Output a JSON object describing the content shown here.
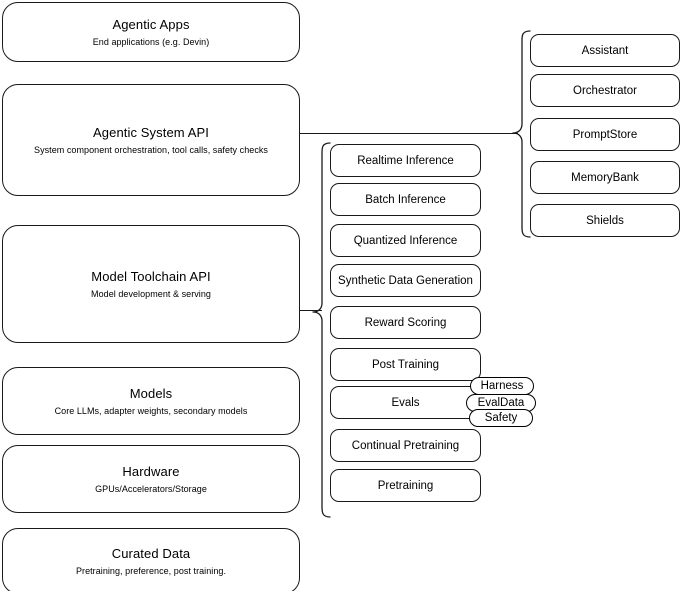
{
  "diagram": {
    "title": "Agentic AI stack layered architecture",
    "stroke_color": "#1a1a1a",
    "background_color": "#ffffff"
  },
  "left_stack": {
    "label": "platform-layers",
    "items": [
      {
        "name": "agentic-apps",
        "title": "Agentic Apps",
        "subtitle": "End applications (e.g. Devin)"
      },
      {
        "name": "agentic-system-api",
        "title": "Agentic System API",
        "subtitle": "System component orchestration, tool calls, safety checks"
      },
      {
        "name": "model-toolchain-api",
        "title": "Model Toolchain API",
        "subtitle": "Model development & serving"
      },
      {
        "name": "models",
        "title": "Models",
        "subtitle": "Core LLMs, adapter weights, secondary models"
      },
      {
        "name": "hardware",
        "title": "Hardware",
        "subtitle": "GPUs/Accelerators/Storage"
      },
      {
        "name": "curated-data",
        "title": "Curated Data",
        "subtitle": "Pretraining, preference, post training."
      }
    ]
  },
  "middle_column": {
    "label": "model-toolchain-capabilities",
    "items": [
      {
        "name": "realtime-inference",
        "label": "Realtime Inference"
      },
      {
        "name": "batch-inference",
        "label": "Batch Inference"
      },
      {
        "name": "quantized-inference",
        "label": "Quantized Inference"
      },
      {
        "name": "synthetic-data-generation",
        "label": "Synthetic Data Generation"
      },
      {
        "name": "reward-scoring",
        "label": "Reward Scoring"
      },
      {
        "name": "post-training",
        "label": "Post Training"
      },
      {
        "name": "evals",
        "label": "Evals"
      },
      {
        "name": "continual-pretraining",
        "label": "Continual Pretraining"
      },
      {
        "name": "pretraining",
        "label": "Pretraining"
      }
    ]
  },
  "evals_badges": {
    "label": "evals-subcomponents",
    "items": [
      {
        "name": "harness",
        "label": "Harness"
      },
      {
        "name": "evaldata",
        "label": "EvalData"
      },
      {
        "name": "safety",
        "label": "Safety"
      }
    ]
  },
  "right_column": {
    "label": "agentic-system-components",
    "items": [
      {
        "name": "assistant",
        "label": "Assistant"
      },
      {
        "name": "orchestrator",
        "label": "Orchestrator"
      },
      {
        "name": "promptstore",
        "label": "PromptStore"
      },
      {
        "name": "memorybank",
        "label": "MemoryBank"
      },
      {
        "name": "shields",
        "label": "Shields"
      }
    ]
  }
}
